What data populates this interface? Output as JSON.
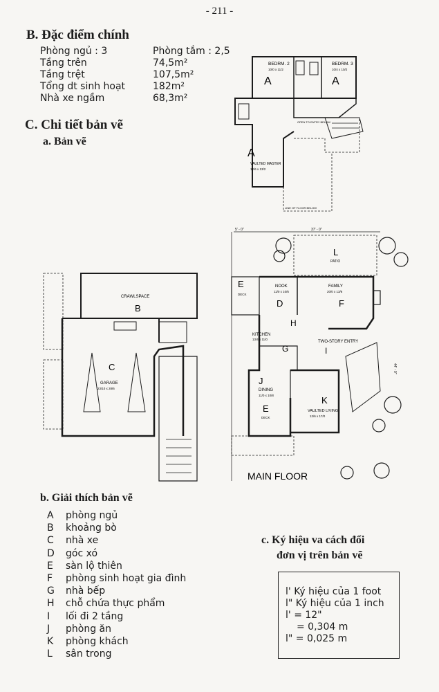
{
  "page_number": "- 211 -",
  "section_b": {
    "title": "B. Đặc điểm chính",
    "rows": [
      {
        "label": "Phòng ngủ : 3",
        "value": "Phòng tắm : 2,5"
      },
      {
        "label": "Tầng trên",
        "value": "74,5m²"
      },
      {
        "label": "Tầng trệt",
        "value": "107,5m²"
      },
      {
        "label": "Tổng dt sinh hoạt",
        "value": "182m²"
      },
      {
        "label": "Nhà xe ngầm",
        "value": "68,3m²"
      }
    ]
  },
  "section_c": {
    "title": "C. Chi tiết bản vẽ",
    "sub_a": "a. Bản vẽ",
    "sub_b": "b. Giải thích bản vẽ"
  },
  "plan_labels": {
    "bedrm2": "BEDRM. 2",
    "bedrm2_size": "10/0 x 11/2",
    "bedrm3": "BEDRM. 3",
    "bedrm3_size": "10/4 x 10/2",
    "master": "VAULTED MASTER",
    "master_size": "12/6 x 13/2",
    "open_below": "OPEN TO ENTRY BELOW",
    "line_floor": "LINE OF FLOOR BELOW",
    "crawlspace": "CRAWLSPACE",
    "garage": "GARAGE",
    "garage_size": "23/10 x 28/6",
    "patio": "PATIO",
    "nook": "NOOK",
    "nook_size": "11/0 x 10/6",
    "family": "FAMILY",
    "family_size": "20/0 x 13/6",
    "kitchen": "KITCHEN",
    "kitchen_size": "13/4 x 11/0",
    "entry": "TWO-STORY ENTRY",
    "dining": "DINING",
    "dining_size": "11/0 x 10/8",
    "living": "VAULTED LIVING",
    "living_size": "12/6 x 17/0",
    "deck": "DECK",
    "dim_width": "37' - 0\"",
    "dim_depth": "44' - 0\"",
    "dim_small": "5' - 0\"",
    "main_floor": "MAIN FLOOR"
  },
  "legend": [
    {
      "letter": "A",
      "text": "phòng ngủ"
    },
    {
      "letter": "B",
      "text": "khoảng bò"
    },
    {
      "letter": "C",
      "text": "nhà xe"
    },
    {
      "letter": "D",
      "text": "góc xó"
    },
    {
      "letter": "E",
      "text": "sàn lộ thiên"
    },
    {
      "letter": "F",
      "text": "phòng sinh hoạt gia đình"
    },
    {
      "letter": "G",
      "text": "nhà bếp"
    },
    {
      "letter": "H",
      "text": "chỗ chứa thực phẩm"
    },
    {
      "letter": "I",
      "text": "lối đi 2 tầng"
    },
    {
      "letter": "J",
      "text": "phòng ăn"
    },
    {
      "letter": "K",
      "text": "phòng khách"
    },
    {
      "letter": "L",
      "text": "sân trong"
    }
  ],
  "section_c2": {
    "title_line1": "c. Ký hiệu va cách đổi",
    "title_line2": "đơn vị trên bản vẽ"
  },
  "units_box": {
    "line1": "l' Ký hiệu của 1 foot",
    "line2": "l\" Ký hiệu của 1 inch",
    "line3": "l' = 12\"",
    "line4": "= 0,304 m",
    "line5": "l\" = 0,025 m"
  }
}
